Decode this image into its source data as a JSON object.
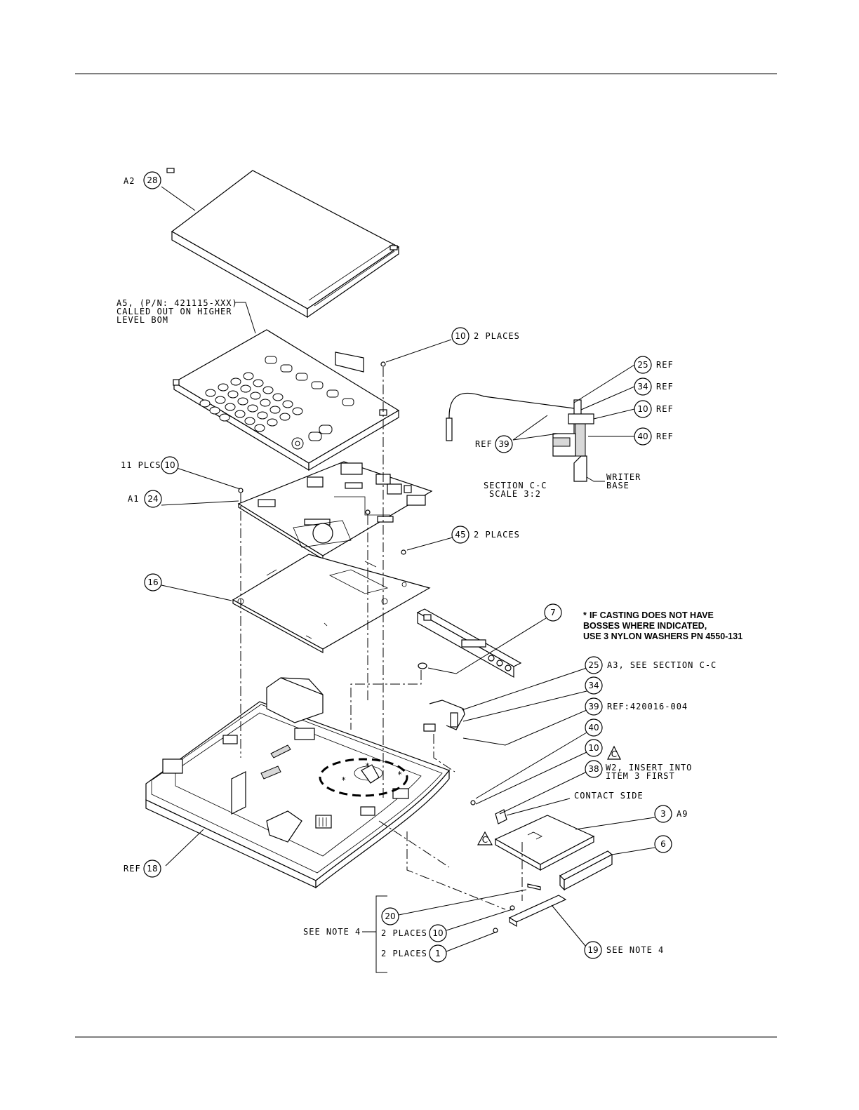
{
  "callouts": [
    {
      "id": "c-a2-28",
      "num": "28",
      "prefix": "A2",
      "suffix": ""
    },
    {
      "id": "c-10-top",
      "num": "10",
      "prefix": "",
      "suffix": "2 PLACES"
    },
    {
      "id": "c-11plcs-10",
      "num": "10",
      "prefix": "11 PLCS",
      "suffix": ""
    },
    {
      "id": "c-a1-24",
      "num": "24",
      "prefix": "A1",
      "suffix": ""
    },
    {
      "id": "c-45",
      "num": "45",
      "prefix": "",
      "suffix": "2 PLACES"
    },
    {
      "id": "c-16",
      "num": "16",
      "prefix": "",
      "suffix": ""
    },
    {
      "id": "c-7",
      "num": "7",
      "prefix": "",
      "suffix": ""
    },
    {
      "id": "c-25",
      "num": "25",
      "prefix": "",
      "suffix": "A3, SEE SECTION C-C"
    },
    {
      "id": "c-34",
      "num": "34",
      "prefix": "",
      "suffix": ""
    },
    {
      "id": "c-39",
      "num": "39",
      "prefix": "",
      "suffix": "REF:420016-004"
    },
    {
      "id": "c-40",
      "num": "40",
      "prefix": "",
      "suffix": ""
    },
    {
      "id": "c-10-mid",
      "num": "10",
      "prefix": "",
      "suffix": ""
    },
    {
      "id": "c-38",
      "num": "38",
      "prefix": "",
      "suffix": ""
    },
    {
      "id": "c-3",
      "num": "3",
      "prefix": "",
      "suffix": "A9"
    },
    {
      "id": "c-6",
      "num": "6",
      "prefix": "",
      "suffix": ""
    },
    {
      "id": "c-ref-18",
      "num": "18",
      "prefix": "REF",
      "suffix": ""
    },
    {
      "id": "c-20",
      "num": "20",
      "prefix": "",
      "suffix": ""
    },
    {
      "id": "c-2pl-10",
      "num": "10",
      "prefix": "2 PLACES",
      "suffix": ""
    },
    {
      "id": "c-2pl-1",
      "num": "1",
      "prefix": "2 PLACES",
      "suffix": ""
    },
    {
      "id": "c-19",
      "num": "19",
      "prefix": "",
      "suffix": "SEE NOTE 4"
    },
    {
      "id": "c-sec-25",
      "num": "25",
      "prefix": "",
      "suffix": "REF"
    },
    {
      "id": "c-sec-34",
      "num": "34",
      "prefix": "",
      "suffix": "REF"
    },
    {
      "id": "c-sec-10",
      "num": "10",
      "prefix": "",
      "suffix": "REF"
    },
    {
      "id": "c-sec-40",
      "num": "40",
      "prefix": "",
      "suffix": "REF"
    },
    {
      "id": "c-sec-39",
      "num": "39",
      "prefix": "REF",
      "suffix": ""
    }
  ],
  "labels": {
    "a5_line1": "A5, (P/N: 421115-XXX)",
    "a5_line2": "CALLED OUT ON HIGHER",
    "a5_line3": "LEVEL BOM",
    "w2_line1": "W2, INSERT INTO",
    "w2_line2": "ITEM 3 FIRST",
    "revision_mark": "C",
    "contact_side": "CONTACT SIDE",
    "see_note_4": "SEE NOTE 4",
    "section_line1": "SECTION  C-C",
    "section_line2": "SCALE  3:2",
    "writer_line1": "WRITER",
    "writer_line2": "BASE",
    "boss_mark": "*"
  },
  "note": {
    "asterisk": "*",
    "line1": "IF CASTING DOES NOT HAVE",
    "line2": "BOSSES WHERE INDICATED,",
    "line3": "USE 3 NYLON WASHERS PN 4550-131"
  }
}
